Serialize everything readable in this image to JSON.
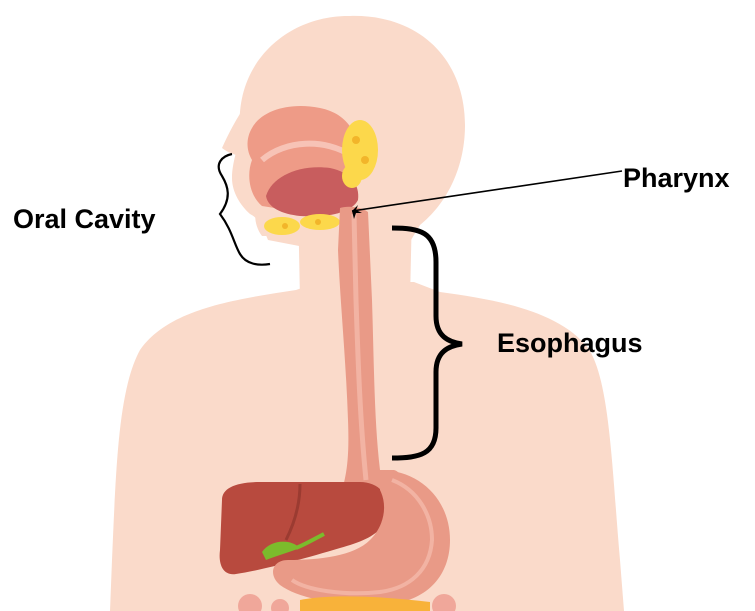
{
  "labels": {
    "pharynx": "Pharynx",
    "oral_cavity": "Oral Cavity",
    "esophagus": "Esophagus"
  },
  "colors": {
    "skin": "#FADACA",
    "mucosa": "#EE9B87",
    "mucosa_dark": "#D9786B",
    "esophagus": "#E99A87",
    "esophagus_inner": "#F2B3A3",
    "tongue": "#C85D5E",
    "gland": "#FCD84B",
    "gland_dark": "#F2B52A",
    "liver": "#B84A3E",
    "liver_dark": "#9B3B31",
    "gallbladder": "#7CBB2C",
    "intestine": "#F0A79A",
    "pancreas": "#F8B23A",
    "line": "#000000"
  },
  "icons": [
    "head-silhouette",
    "oral-cavity-organ",
    "salivary-gland",
    "esophagus-tube",
    "stomach",
    "liver",
    "gallbladder",
    "intestine"
  ]
}
